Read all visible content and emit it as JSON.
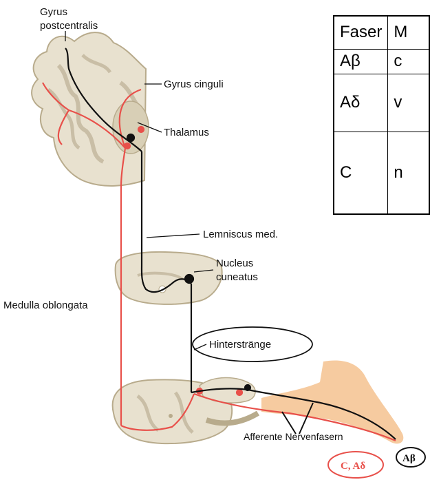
{
  "labels": {
    "gyrus_postcentralis": [
      "Gyrus",
      "postcentralis"
    ],
    "gyrus_cinguli": "Gyrus cinguli",
    "thalamus": "Thalamus",
    "lemniscus_med": "Lemniscus med.",
    "nucleus_cuneatus": [
      "Nucleus",
      "cuneatus"
    ],
    "medulla_oblongata": "Medulla oblongata",
    "hinterstraenge": "Hinterstränge",
    "afferente_nervenfasern": "Afferente Nervenfasern",
    "fiber_c_adelta": "C, Aδ",
    "fiber_abeta": "Aβ"
  },
  "table": {
    "header": [
      "Faser",
      "M"
    ],
    "rows": [
      [
        "Aβ",
        "c"
      ],
      [
        "Aδ",
        "v"
      ],
      [
        "C",
        "n"
      ]
    ]
  },
  "colors": {
    "pain_pathway": "#e8504a",
    "touch_pathway": "#111111",
    "tissue": "#e8e1cf",
    "tissue_dark": "#c9bea6",
    "skin": "#f5c28f"
  }
}
